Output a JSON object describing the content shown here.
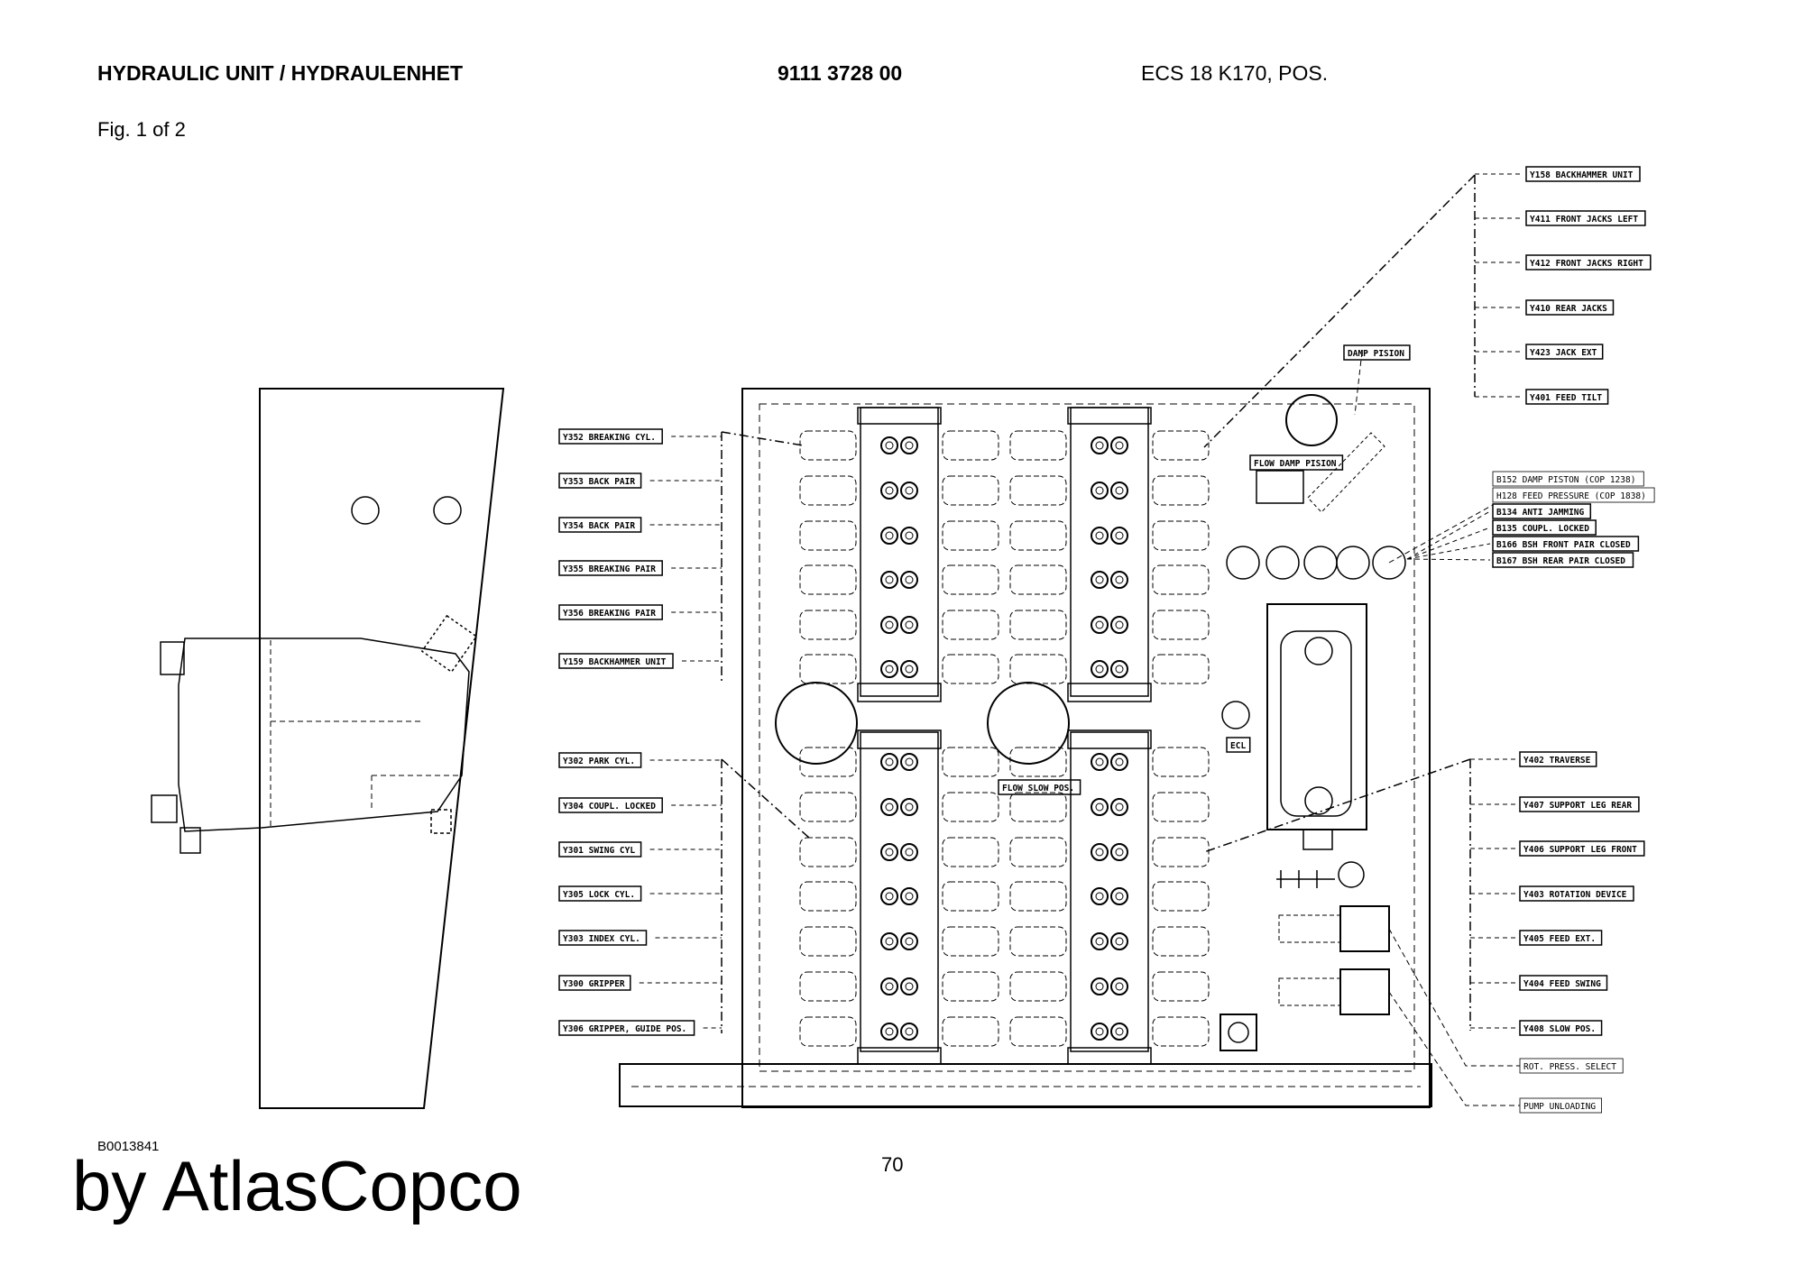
{
  "header": {
    "title": "HYDRAULIC UNIT / HYDRAULENHET",
    "part_number": "9111 3728 00",
    "model": "ECS 18 K170, POS."
  },
  "figure": "Fig. 1 of 2",
  "drawing_code": "B0013841",
  "page_number": "70",
  "brand": "by AtlasCopco",
  "labels": {
    "left": [
      "Y352 BREAKING CYL.",
      "Y353 BACK PAIR",
      "Y354 BACK PAIR",
      "Y355 BREAKING PAIR",
      "Y356 BREAKING PAIR",
      "Y159 BACKHAMMER UNIT",
      "Y302 PARK CYL.",
      "Y304 COUPL. LOCKED",
      "Y301 SWING CYL",
      "Y305 LOCK CYL.",
      "Y303 INDEX CYL.",
      "Y300 GRIPPER",
      "Y306 GRIPPER, GUIDE POS."
    ],
    "right_top": [
      "Y158 BACKHAMMER UNIT",
      "Y411 FRONT JACKS LEFT",
      "Y412 FRONT JACKS RIGHT",
      "Y410 REAR JACKS",
      "Y423 JACK EXT",
      "Y401 FEED TILT"
    ],
    "sensors": [
      "B152 DAMP PISTON (COP 1238)",
      "H128 FEED PRESSURE (COP 1838)",
      "B134 ANTI JAMMING",
      "B135 COUPL. LOCKED",
      "B166 BSH FRONT PAIR CLOSED",
      "B167 BSH REAR PAIR CLOSED"
    ],
    "right_bottom": [
      "Y402 TRAVERSE",
      "Y407 SUPPORT LEG REAR",
      "Y406 SUPPORT LEG FRONT",
      "Y403 ROTATION DEVICE",
      "Y405 FEED EXT.",
      "Y404 FEED SWING",
      "Y408 SLOW POS.",
      "ROT. PRESS. SELECT",
      "PUMP UNLOADING"
    ],
    "inline": {
      "damp_pision": "DAMP PISION",
      "flow_damp_pision": "FLOW DAMP PISION",
      "flow_slow_pos": "FLOW SLOW POS.",
      "ecl": "ECL"
    }
  }
}
